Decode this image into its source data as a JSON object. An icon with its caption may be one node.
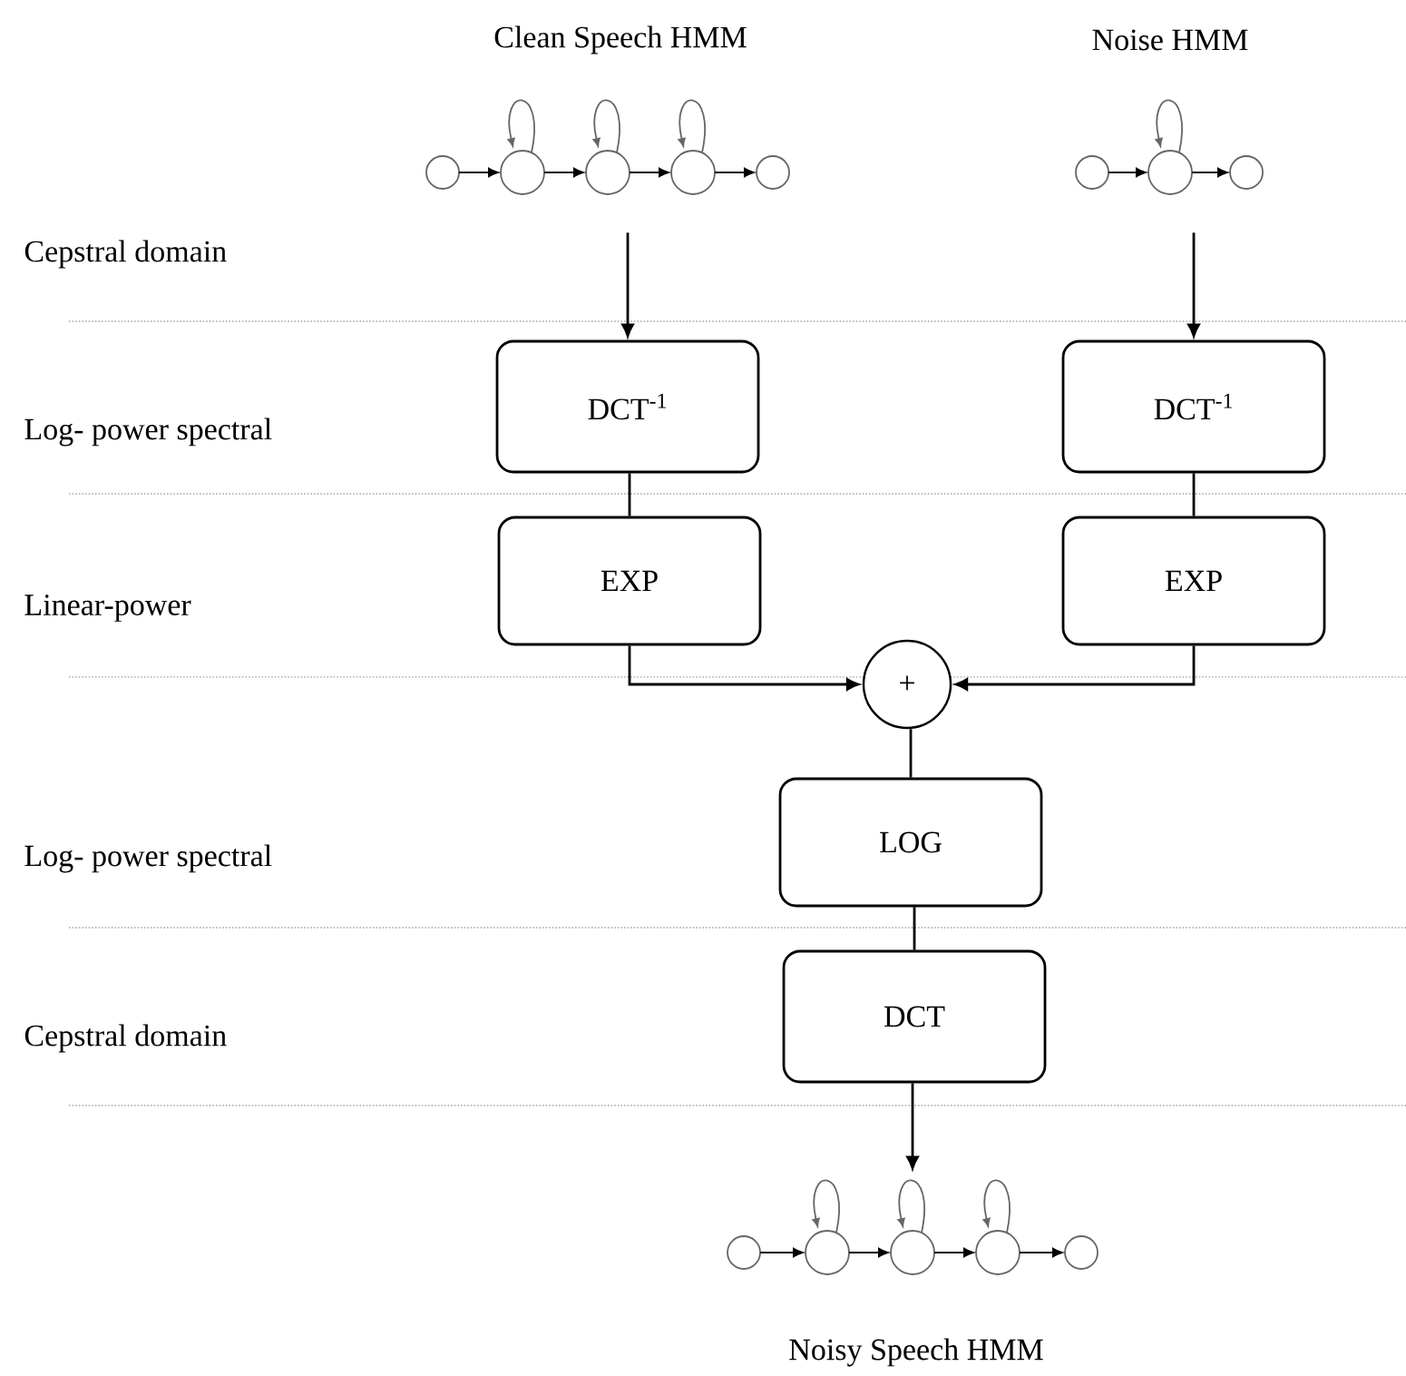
{
  "diagram": {
    "nodes": [
      {
        "text": [
          "Clean Speech HMM"
        ]
      },
      {
        "text": [
          "Noise HMM"
        ]
      },
      {
        "text": [
          "DCT$^{-1}$"
        ]
      },
      {
        "text": [
          "DCT$^{-1}$"
        ]
      },
      {
        "text": [
          "EXP"
        ]
      },
      {
        "text": [
          "EXP"
        ]
      },
      {
        "text": [
          "+"
        ]
      },
      {
        "text": [
          "LOG"
        ]
      },
      {
        "text": [
          "DCT"
        ]
      },
      {
        "text": [
          "Noisy Speech HMM"
        ]
      }
    ],
    "edges": [
      {
        "from": 0,
        "to": 2,
        "arrow": "to"
      },
      {
        "from": 1,
        "to": 3,
        "arrow": "to"
      },
      {
        "from": 2,
        "to": 4,
        "arrow": "none"
      },
      {
        "from": 3,
        "to": 5,
        "arrow": "none"
      },
      {
        "from": 4,
        "to": 6,
        "arrow": "to"
      },
      {
        "from": 5,
        "to": 6,
        "arrow": "to"
      },
      {
        "from": 6,
        "to": 7,
        "arrow": "none"
      },
      {
        "from": 7,
        "to": 8,
        "arrow": "none"
      },
      {
        "from": 8,
        "to": 9,
        "arrow": "to"
      }
    ],
    "labels": [
      "Cepstral domain",
      "Log- power spectral",
      "Linear-power",
      "Log- power spectral",
      "Cepstral domain"
    ]
  }
}
